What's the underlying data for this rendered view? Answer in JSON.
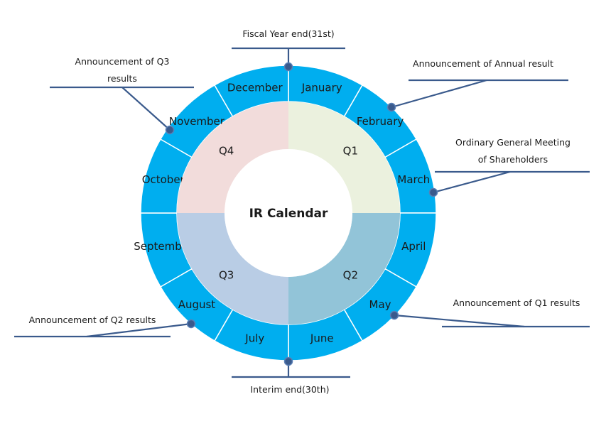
{
  "title": "IR Calendar",
  "colors": {
    "month_ring": "#00aeef",
    "ring_border": "#ffffff",
    "q1": "#ebf1de",
    "q2": "#92c4d8",
    "q3": "#b9cde5",
    "q4": "#f2dcdb",
    "callout_line": "#3a5a8c",
    "callout_dot": "#3a5a8c"
  },
  "months": [
    "January",
    "February",
    "March",
    "April",
    "May",
    "June",
    "July",
    "August",
    "September",
    "October",
    "November",
    "December"
  ],
  "quarters": [
    "Q1",
    "Q2",
    "Q3",
    "Q4"
  ],
  "events": [
    {
      "id": "fiscal-year-end",
      "lines": [
        "Fiscal Year end(31st)"
      ]
    },
    {
      "id": "annual-result",
      "lines": [
        "Announcement of Annual  result"
      ]
    },
    {
      "id": "general-meeting",
      "lines": [
        "Ordinary General  Meeting",
        "of  Shareholders"
      ]
    },
    {
      "id": "q1-results",
      "lines": [
        "Announcement of Q1 results"
      ]
    },
    {
      "id": "interim-end",
      "lines": [
        "Interim  end(30th)"
      ]
    },
    {
      "id": "q2-results",
      "lines": [
        "Announcement of Q2 results"
      ]
    },
    {
      "id": "q3-results",
      "lines": [
        "Announcement of Q3",
        "results"
      ]
    }
  ]
}
